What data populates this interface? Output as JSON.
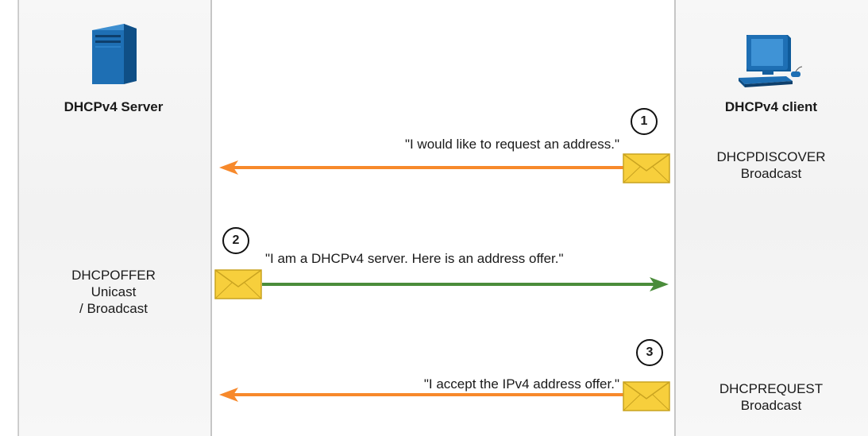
{
  "server": {
    "title": "DHCPv4 Server",
    "icon": "server-icon",
    "offer_label": [
      "DHCPOFFER",
      "Unicast",
      "/ Broadcast"
    ]
  },
  "client": {
    "title": "DHCPv4 client",
    "icon": "computer-icon",
    "discover_label": [
      "DHCPDISCOVER",
      "Broadcast"
    ],
    "request_label": [
      "DHCPREQUEST",
      "Broadcast"
    ]
  },
  "steps": [
    {
      "number": "1",
      "message": "\"I would like to request an address.\"",
      "direction": "client-to-server",
      "color": "#f7892b"
    },
    {
      "number": "2",
      "message": "\"I am a DHCPv4 server. Here is an address offer.\"",
      "direction": "server-to-client",
      "color": "#4a8c3a"
    },
    {
      "number": "3",
      "message": "\"I accept the IPv4 address offer.\"",
      "direction": "client-to-server",
      "color": "#f7892b"
    }
  ],
  "colors": {
    "envelope": "#f7cf3c",
    "server_blue": "#1f6fb2"
  }
}
